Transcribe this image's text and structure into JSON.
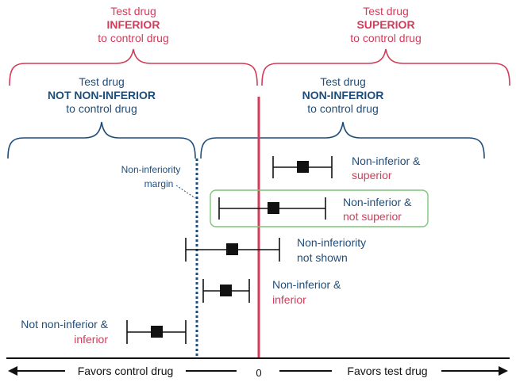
{
  "top": {
    "inferior": {
      "line1": "Test drug",
      "line2": "INFERIOR",
      "line3": "to control drug"
    },
    "superior": {
      "line1": "Test drug",
      "line2": "SUPERIOR",
      "line3": "to control drug"
    }
  },
  "middle": {
    "not_noninferior": {
      "line1": "Test drug",
      "line2": "NOT NON-INFERIOR",
      "line3": "to control drug"
    },
    "noninferior": {
      "line1": "Test drug",
      "line2": "NON-INFERIOR",
      "line3": "to control drug"
    }
  },
  "margin_label": {
    "line1": "Non-inferiority",
    "line2": "margin"
  },
  "cases": [
    {
      "label1": "Non-inferior &",
      "label2": "superior"
    },
    {
      "label1": "Non-inferior &",
      "label2": "not superior"
    },
    {
      "label1": "Non-inferiority",
      "label2": "not shown"
    },
    {
      "label1": "Non-inferior &",
      "label2": "inferior"
    },
    {
      "label1": "Not non-inferior &",
      "label2": "inferior"
    }
  ],
  "axis": {
    "left_label": "Favors control drug",
    "right_label": "Favors test drug",
    "zero_label": "0"
  },
  "colors": {
    "red": "#d23c5a",
    "blue": "#1f4d7a",
    "green": "#7fc47a",
    "black": "#111111"
  }
}
